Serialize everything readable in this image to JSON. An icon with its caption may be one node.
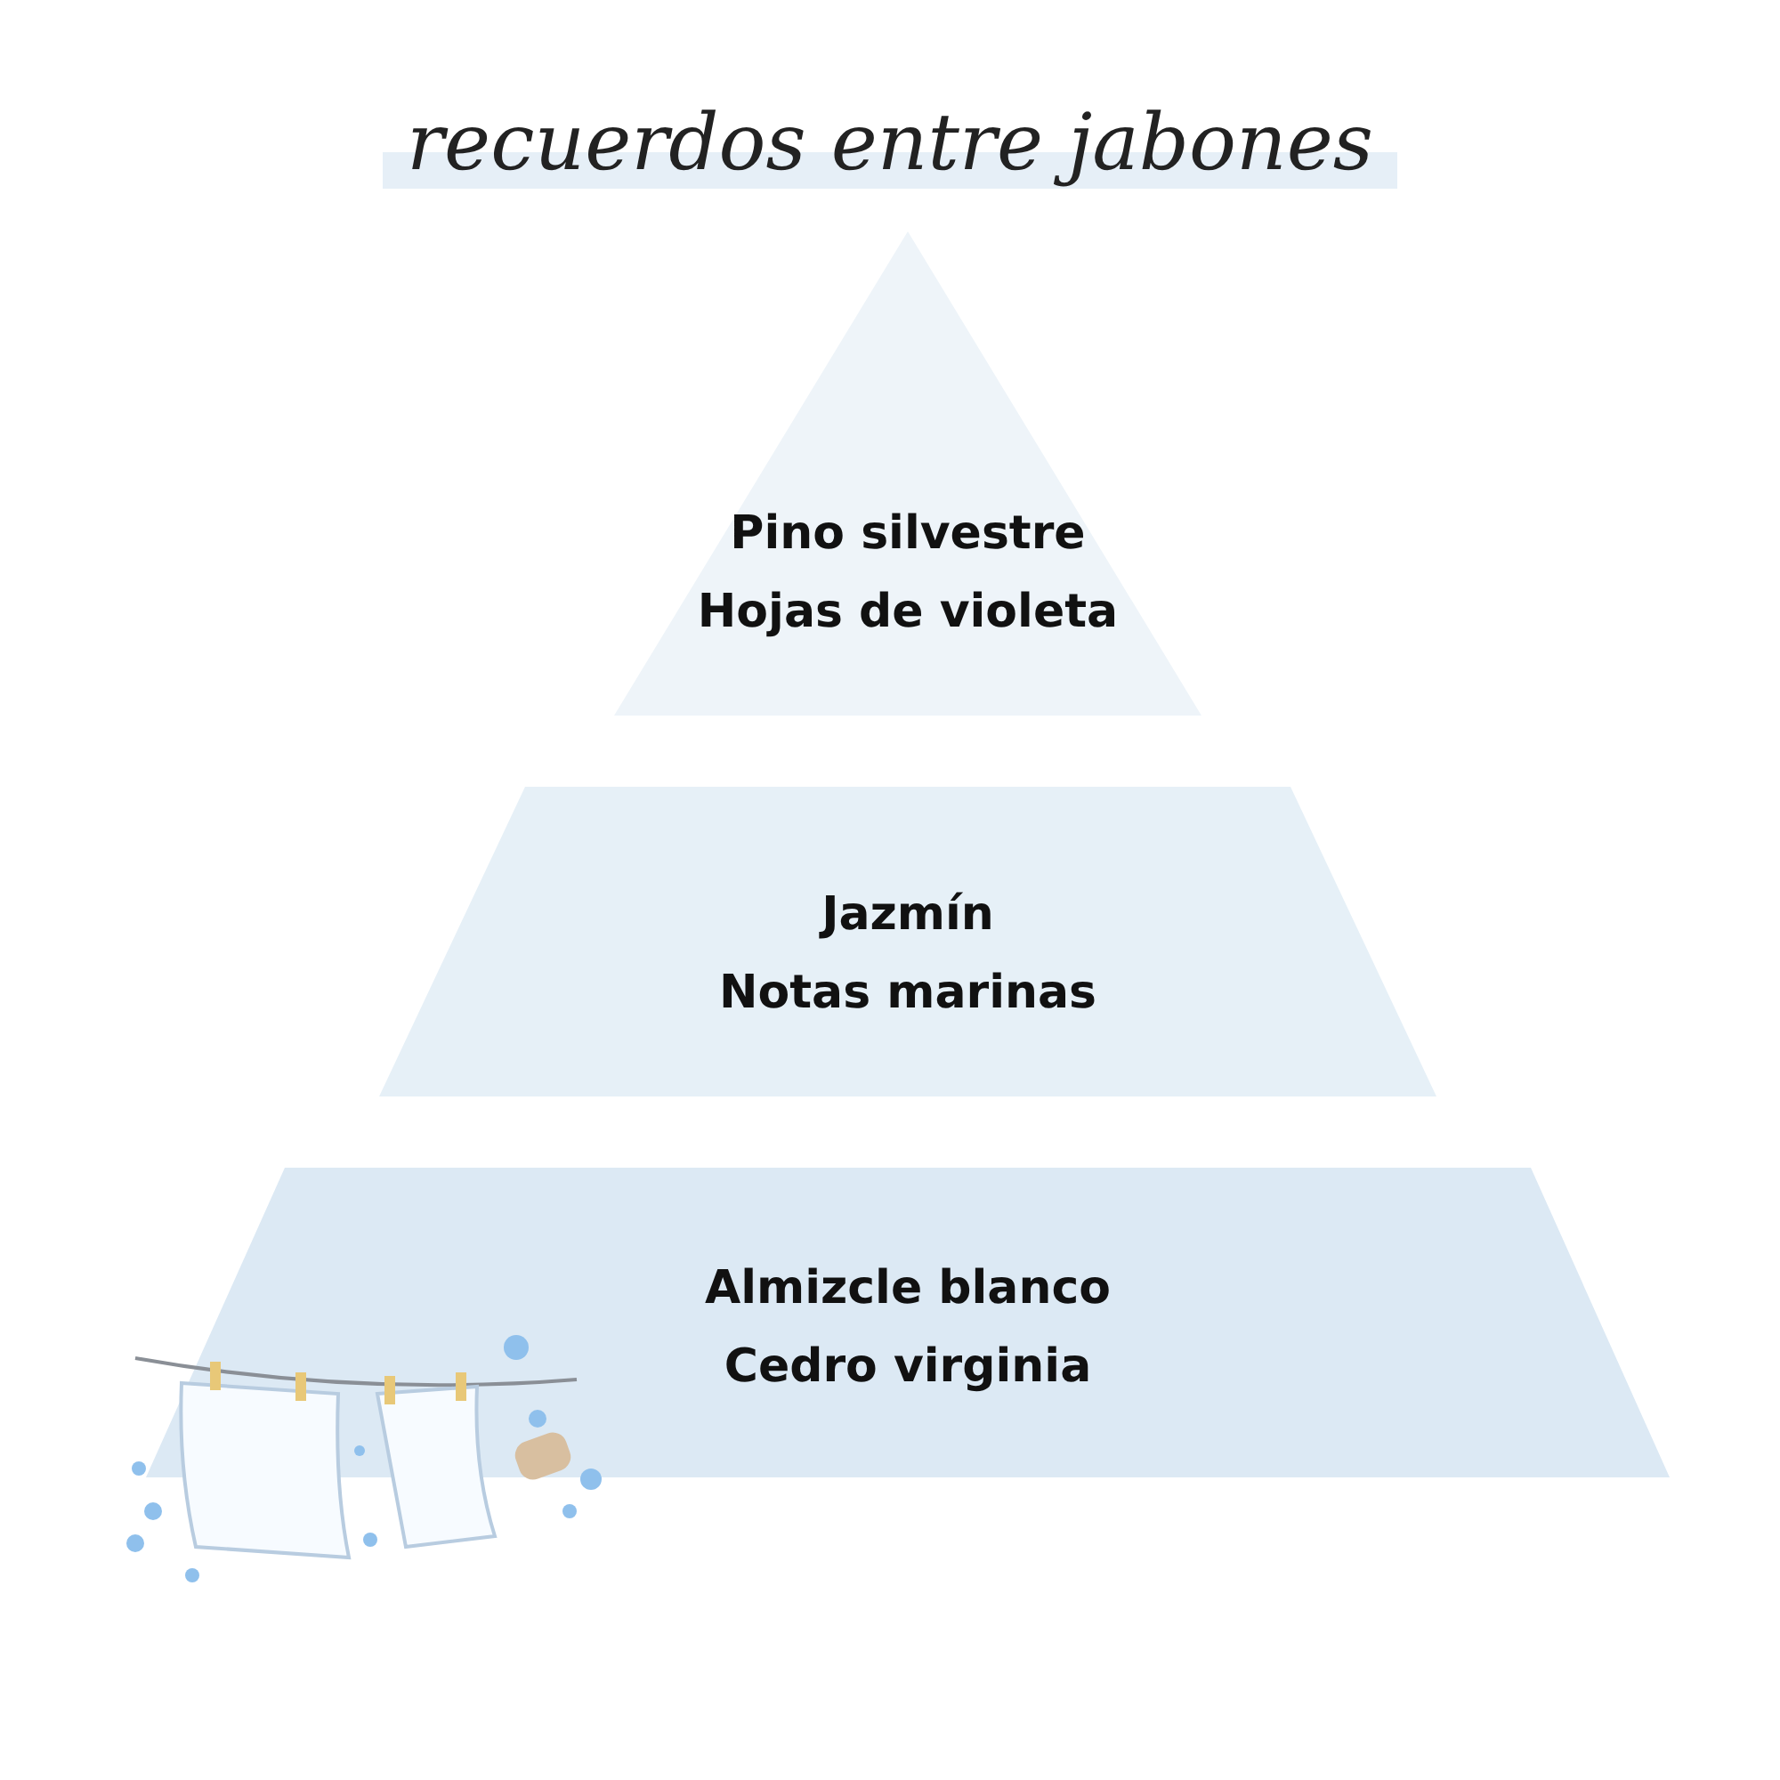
{
  "diagram": {
    "title": "recuerdos entre jabones",
    "nodes": [
      {
        "text": [
          "Pino silvestre",
          "Hojas de violeta"
        ]
      },
      {
        "text": [
          "Jazmín",
          "Notas marinas"
        ]
      },
      {
        "text": [
          "Almizcle blanco",
          "Cedro virginia"
        ]
      }
    ]
  }
}
